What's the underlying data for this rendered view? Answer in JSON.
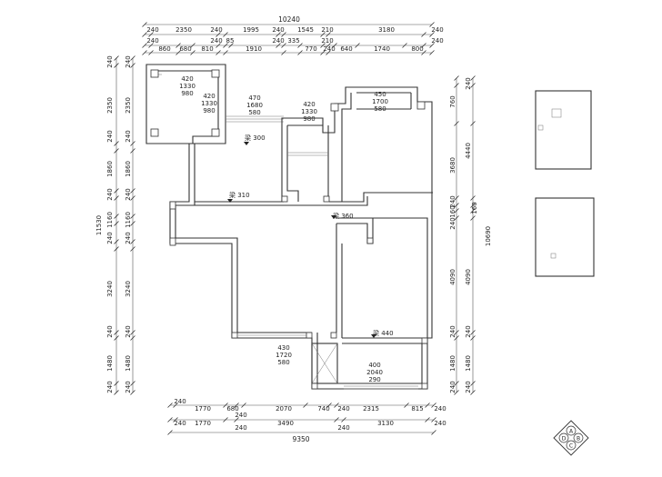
{
  "dimensions": {
    "top": {
      "total": "10240",
      "row1": [
        "240",
        "2350",
        "240",
        "1995",
        "240",
        "1545",
        "210",
        "3180",
        "240"
      ],
      "row2": [
        "240",
        "860",
        "680",
        "810",
        "240",
        "85",
        "1910",
        "240",
        "335",
        "770",
        "210",
        "240",
        "640",
        "1740",
        "800",
        "240"
      ]
    },
    "bottom": {
      "row1": [
        "240",
        "1770",
        "680",
        "240",
        "2070",
        "740",
        "240",
        "2315",
        "815",
        "240"
      ],
      "row2": [
        "240",
        "1770",
        "240",
        "3490",
        "240",
        "3130",
        "240"
      ],
      "total": "9350"
    },
    "left": {
      "total": "11530",
      "row1": [
        "240",
        "2350",
        "240",
        "1860",
        "240",
        "1160",
        "240",
        "3240",
        "240",
        "1480",
        "240"
      ],
      "row2": [
        "240",
        "2350",
        "240",
        "1860",
        "240",
        "1160",
        "240",
        "3240",
        "240",
        "1480",
        "240"
      ]
    },
    "right": {
      "total": "10690",
      "row1": [
        "760",
        "3680",
        "240",
        "160",
        "240",
        "4090",
        "240",
        "1480",
        "240"
      ],
      "row2": [
        "240",
        "4440",
        "160",
        "4090",
        "240",
        "1480",
        "240"
      ]
    }
  },
  "window_labels": [
    {
      "lines": [
        "420",
        "1330",
        "980"
      ]
    },
    {
      "lines": [
        "420",
        "1330",
        "980"
      ]
    },
    {
      "lines": [
        "470",
        "1680",
        "580"
      ]
    },
    {
      "lines": [
        "420",
        "1330",
        "980"
      ]
    },
    {
      "lines": [
        "450",
        "1700",
        "580"
      ]
    },
    {
      "lines": [
        "430",
        "1720",
        "580"
      ]
    },
    {
      "lines": [
        "400",
        "2040",
        "290"
      ]
    }
  ],
  "beam_labels": [
    "梁 300",
    "梁 310",
    "梁 360",
    "梁 440"
  ],
  "compass": {
    "letters": [
      "A",
      "B",
      "C",
      "D"
    ]
  }
}
